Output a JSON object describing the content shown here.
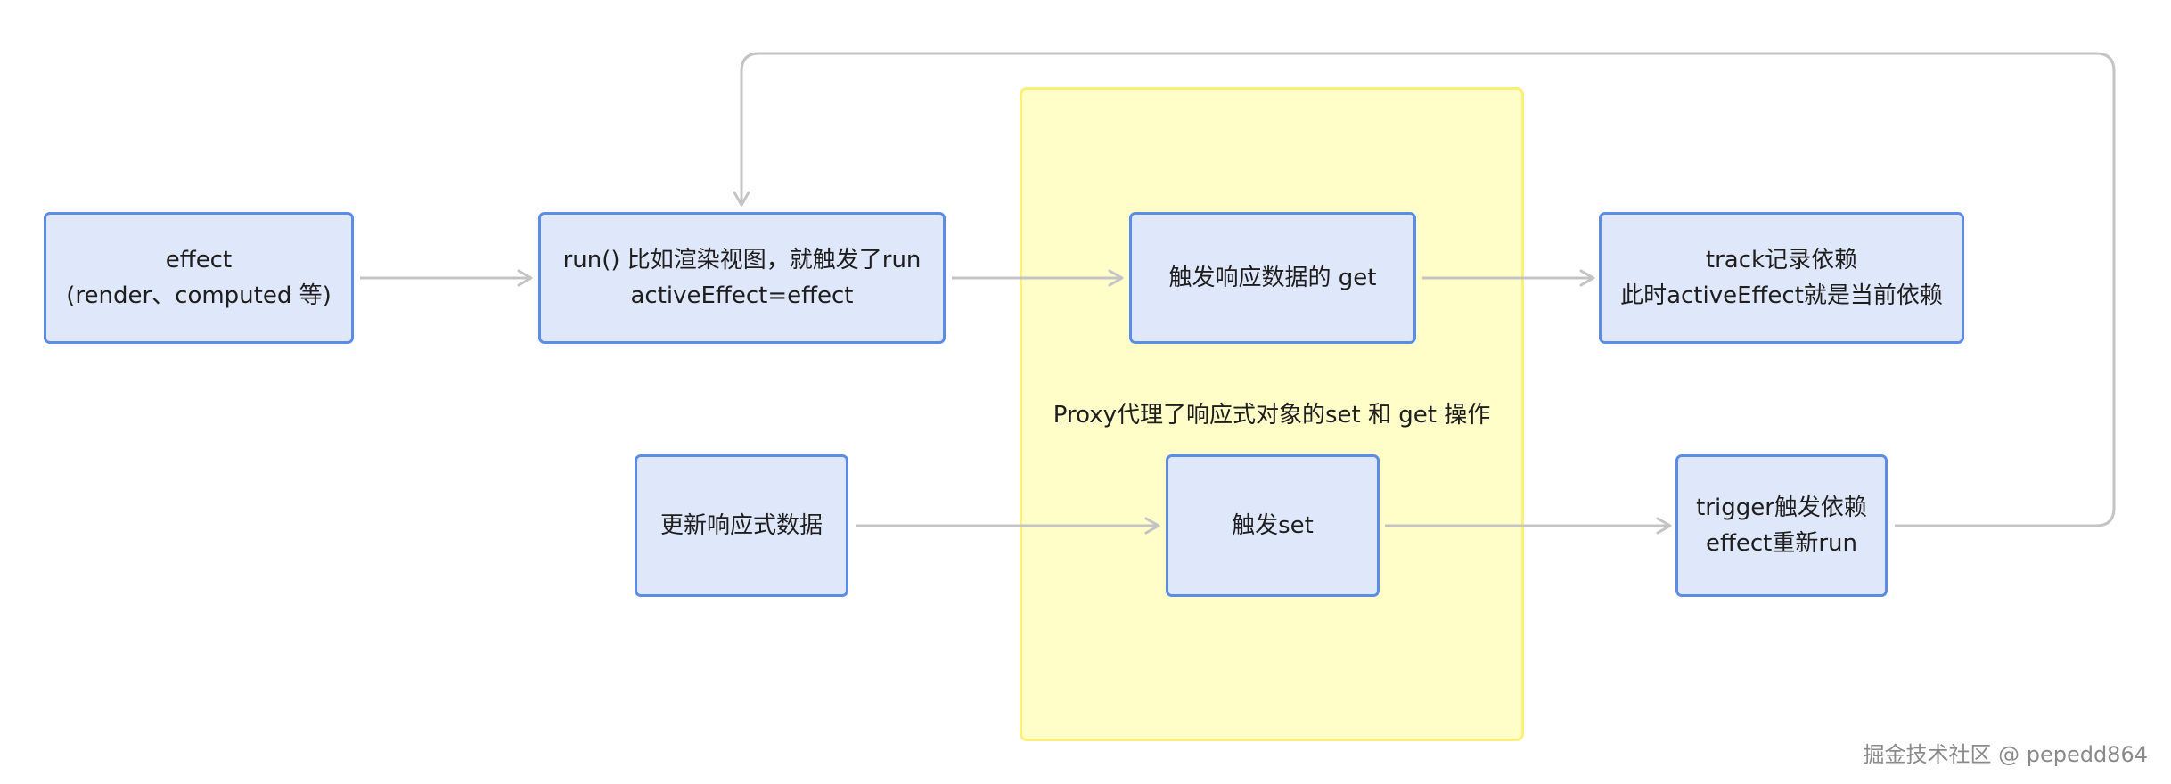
{
  "colors": {
    "node_fill": "#dfe7fb",
    "node_border": "#5b8ce6",
    "region_fill": "#fffdc8",
    "region_border": "#fdf07a",
    "edge": "#c4c4c4",
    "text": "#1e1e1e",
    "watermark": "#8a8a8a"
  },
  "region": {
    "label": "Proxy代理了响应式对象的set 和 get 操作"
  },
  "nodes": {
    "effect": {
      "line1": "effect",
      "line2": "(render、computed 等)"
    },
    "run": {
      "line1": "run() 比如渲染视图，就触发了run",
      "line2": "activeEffect=effect"
    },
    "get": {
      "text": "触发响应数据的 get"
    },
    "track": {
      "line1": "track记录依赖",
      "line2": "此时activeEffect就是当前依赖"
    },
    "update": {
      "text": "更新响应式数据"
    },
    "set": {
      "text": "触发set"
    },
    "trigger": {
      "line1": "trigger触发依赖",
      "line2": "effect重新run"
    }
  },
  "edges": [
    {
      "from": "effect",
      "to": "run"
    },
    {
      "from": "run",
      "to": "get"
    },
    {
      "from": "get",
      "to": "track"
    },
    {
      "from": "update",
      "to": "set"
    },
    {
      "from": "set",
      "to": "trigger"
    },
    {
      "from": "trigger",
      "to": "run"
    }
  ],
  "watermark": "掘金技术社区 @ pepedd864"
}
